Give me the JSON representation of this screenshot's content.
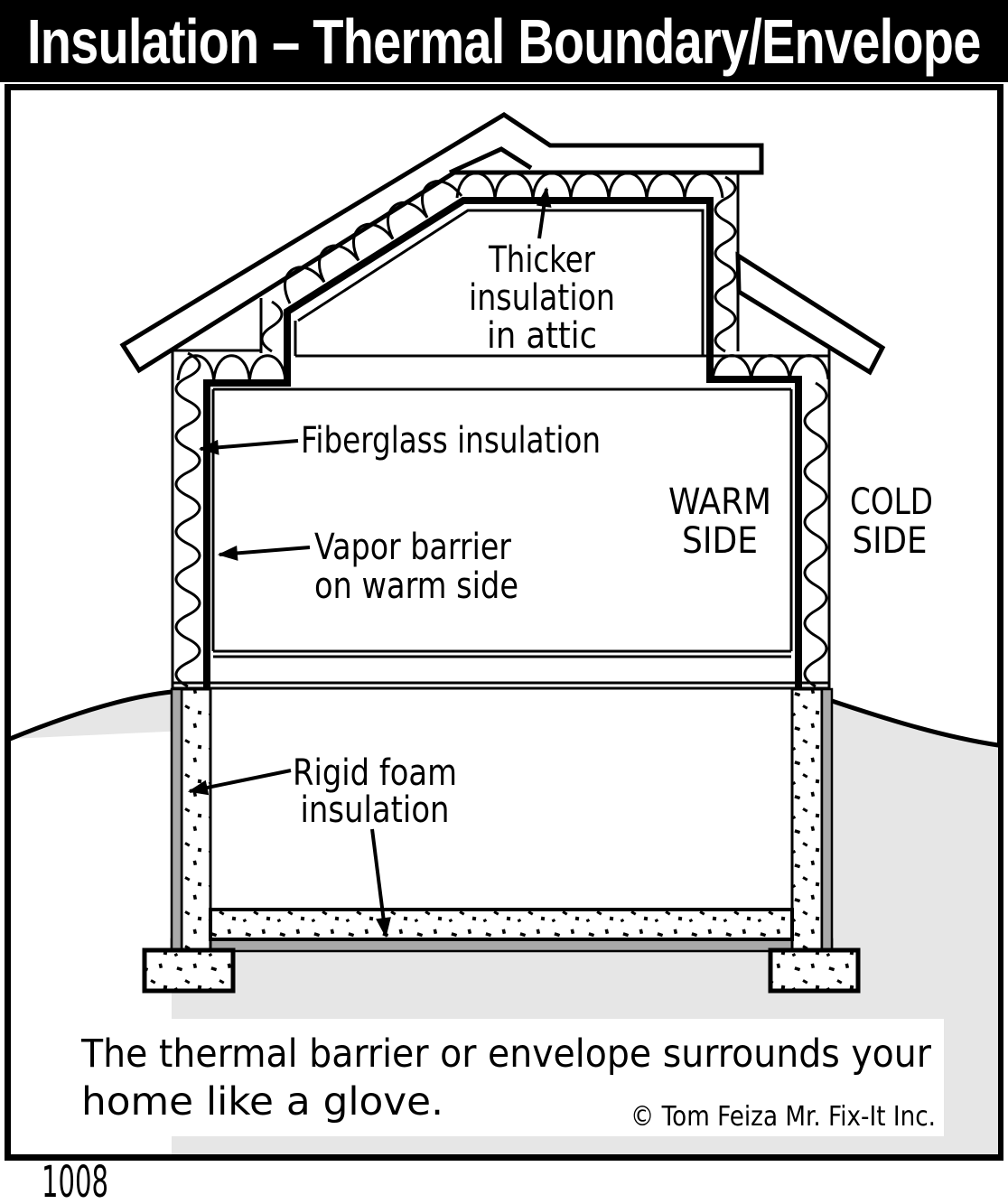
{
  "title": "Insulation – Thermal Boundary/Envelope",
  "figure_number": "1008",
  "diagram": {
    "labels": {
      "attic": {
        "lines": [
          "Thicker",
          "insulation",
          "in attic"
        ]
      },
      "fiberglass": {
        "text": "Fiberglass insulation"
      },
      "vapor": {
        "lines": [
          "Vapor barrier",
          "on warm side"
        ]
      },
      "warm": {
        "lines": [
          "WARM",
          "SIDE"
        ]
      },
      "cold": {
        "lines": [
          "COLD",
          "SIDE"
        ]
      },
      "foam": {
        "lines": [
          "Rigid foam",
          "insulation"
        ]
      }
    }
  },
  "caption": {
    "lines": [
      "The thermal barrier or envelope surrounds your",
      "home like a glove."
    ],
    "credit": "© Tom Feiza Mr. Fix-It Inc."
  },
  "colors": {
    "ink": "#000000",
    "paper": "#ffffff",
    "ground": "#e6e6e6",
    "foam_insulation": "#a9a9a9"
  }
}
